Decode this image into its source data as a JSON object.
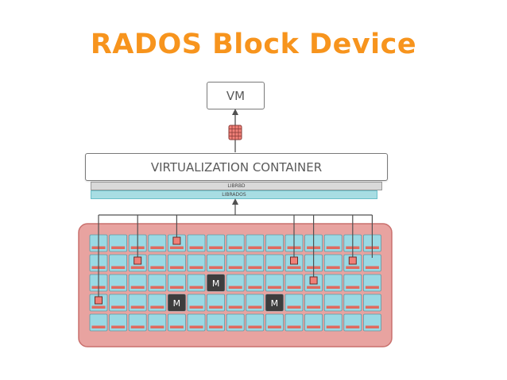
{
  "title": "RADOS Block Device",
  "vm_label": "VM",
  "container_label": "VIRTUALIZATION CONTAINER",
  "librbd_label": "LIBRBD",
  "librados_label": "LIBRADOS",
  "monitor_label": "M",
  "colors": {
    "title": "#f7941d",
    "cluster_fill": "#e8a3a0",
    "cluster_border": "#c9706d",
    "osd_fill": "#9ad9e4",
    "osd_bar": "#e06a5f",
    "object": "#f08078",
    "monitor": "#3d3d3d",
    "line": "#505050"
  },
  "grid": {
    "rows": 5,
    "cols": 15
  },
  "monitors": [
    {
      "row": 2,
      "col": 6
    },
    {
      "row": 3,
      "col": 4
    },
    {
      "row": 3,
      "col": 9
    }
  ],
  "objects": [
    {
      "row": 0,
      "col": 4
    },
    {
      "row": 1,
      "col": 2
    },
    {
      "row": 1,
      "col": 10
    },
    {
      "row": 1,
      "col": 13
    },
    {
      "row": 2,
      "col": 11
    },
    {
      "row": 3,
      "col": 0
    }
  ]
}
